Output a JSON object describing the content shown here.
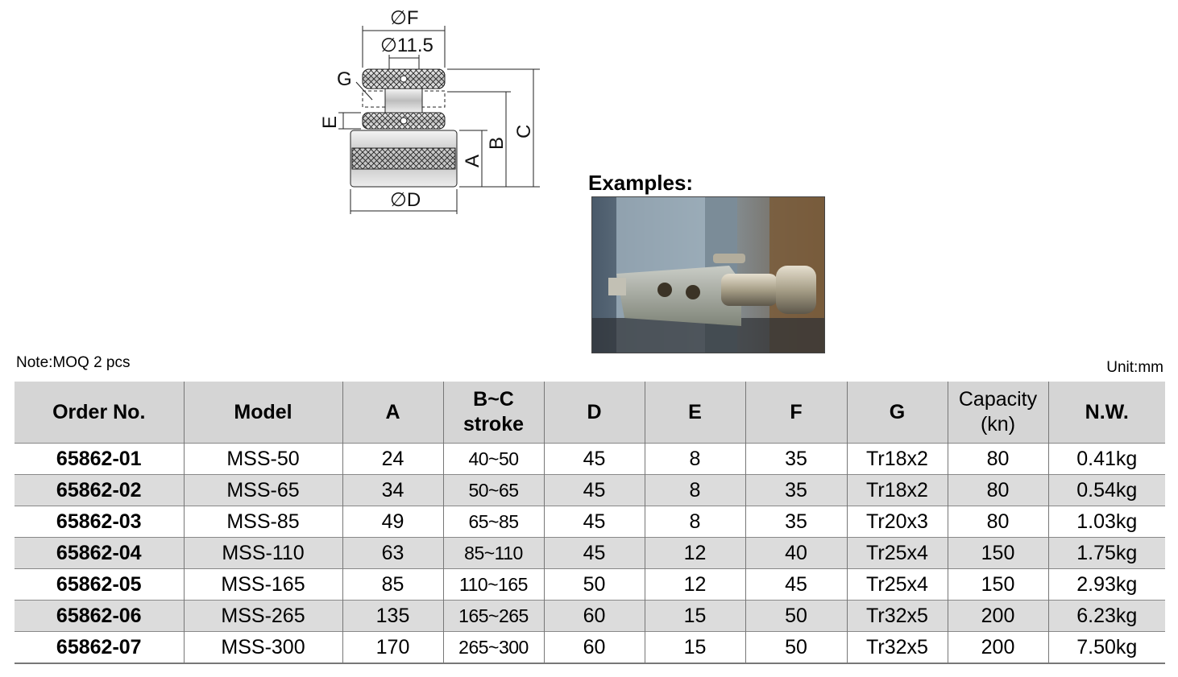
{
  "diagram": {
    "labels": {
      "f": "∅F",
      "d115": "∅11.5",
      "g": "G",
      "e": "E",
      "a": "A",
      "b": "B",
      "c": "C",
      "d": "∅D"
    }
  },
  "examples_title": "Examples:",
  "note": "Note:MOQ 2 pcs",
  "unit": "Unit:mm",
  "table": {
    "headers": {
      "order": "Order No.",
      "model": "Model",
      "a": "A",
      "stroke_top": "B~C",
      "stroke_bottom": "stroke",
      "d": "D",
      "e": "E",
      "f": "F",
      "g": "G",
      "cap_top": "Capacity",
      "cap_bottom": "(kn)",
      "nw": "N.W."
    },
    "rows": [
      {
        "order": "65862-01",
        "model": "MSS-50",
        "a": "24",
        "stroke": "40~50",
        "d": "45",
        "e": "8",
        "f": "35",
        "g": "Tr18x2",
        "cap": "80",
        "nw": "0.41kg"
      },
      {
        "order": "65862-02",
        "model": "MSS-65",
        "a": "34",
        "stroke": "50~65",
        "d": "45",
        "e": "8",
        "f": "35",
        "g": "Tr18x2",
        "cap": "80",
        "nw": "0.54kg"
      },
      {
        "order": "65862-03",
        "model": "MSS-85",
        "a": "49",
        "stroke": "65~85",
        "d": "45",
        "e": "8",
        "f": "35",
        "g": "Tr20x3",
        "cap": "80",
        "nw": "1.03kg"
      },
      {
        "order": "65862-04",
        "model": "MSS-110",
        "a": "63",
        "stroke": "85~110",
        "d": "45",
        "e": "12",
        "f": "40",
        "g": "Tr25x4",
        "cap": "150",
        "nw": "1.75kg"
      },
      {
        "order": "65862-05",
        "model": "MSS-165",
        "a": "85",
        "stroke": "110~165",
        "d": "50",
        "e": "12",
        "f": "45",
        "g": "Tr25x4",
        "cap": "150",
        "nw": "2.93kg"
      },
      {
        "order": "65862-06",
        "model": "MSS-265",
        "a": "135",
        "stroke": "165~265",
        "d": "60",
        "e": "15",
        "f": "50",
        "g": "Tr32x5",
        "cap": "200",
        "nw": "6.23kg"
      },
      {
        "order": "65862-07",
        "model": "MSS-300",
        "a": "170",
        "stroke": "265~300",
        "d": "60",
        "e": "15",
        "f": "50",
        "g": "Tr32x5",
        "cap": "200",
        "nw": "7.50kg"
      }
    ]
  }
}
